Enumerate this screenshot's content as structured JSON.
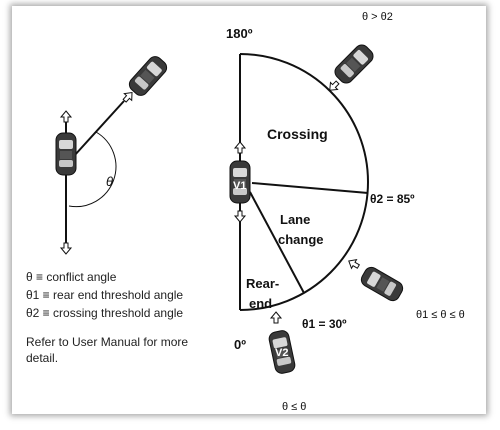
{
  "labels": {
    "angle_180": "180º",
    "angle_0": "0º",
    "crossing": "Crossing",
    "lane_change_1": "Lane",
    "lane_change_2": "change",
    "rear_end_1": "Rear-",
    "rear_end_2": "end",
    "theta2_eq": "θ2 = 85º",
    "theta1_eq": "θ1 = 30º",
    "theta_range": "θ1 ≤ θ ≤ θ",
    "theta_small": "θ",
    "v1": "V1",
    "v2": "V2",
    "top_partial": "θ > θ2",
    "bottom_partial": "θ ≤ θ"
  },
  "legend": [
    "θ  ≡  conflict angle",
    "θ1 ≡  rear end threshold angle",
    "θ2 ≡  crossing threshold angle"
  ],
  "note": "Refer to User Manual for more detail.",
  "colors": {
    "line": "#111111",
    "car_body": "#3a3a3a",
    "car_glass": "#d8d8d8",
    "frame_shadow": "#555555"
  },
  "icons": [
    "car-icon",
    "arrow-icon"
  ]
}
